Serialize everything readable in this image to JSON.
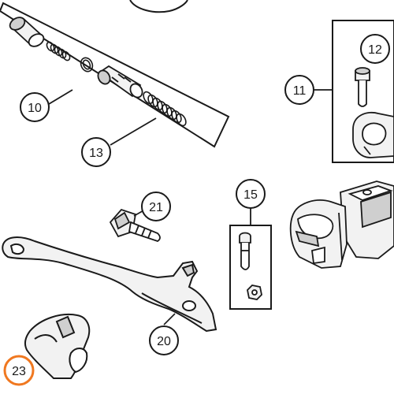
{
  "diagram": {
    "colors": {
      "line": "#1a1a1a",
      "fill_light": "#f2f2f2",
      "fill_shadow": "#cfcfcf",
      "highlight": "#f07820"
    },
    "callouts": [
      {
        "id": "10",
        "label": "10",
        "part": "master-cylinder-piston-kit"
      },
      {
        "id": "11",
        "label": "11",
        "part": "clamp-kit"
      },
      {
        "id": "12",
        "label": "12",
        "part": "clamp-screw"
      },
      {
        "id": "13",
        "label": "13",
        "part": "piston-spring"
      },
      {
        "id": "15",
        "label": "15",
        "part": "lever-pivot-screw-kit"
      },
      {
        "id": "20",
        "label": "20",
        "part": "hand-lever"
      },
      {
        "id": "21",
        "label": "21",
        "part": "adjusting-screw"
      },
      {
        "id": "23",
        "label": "23",
        "part": "lever-guard",
        "highlighted": true
      }
    ]
  }
}
